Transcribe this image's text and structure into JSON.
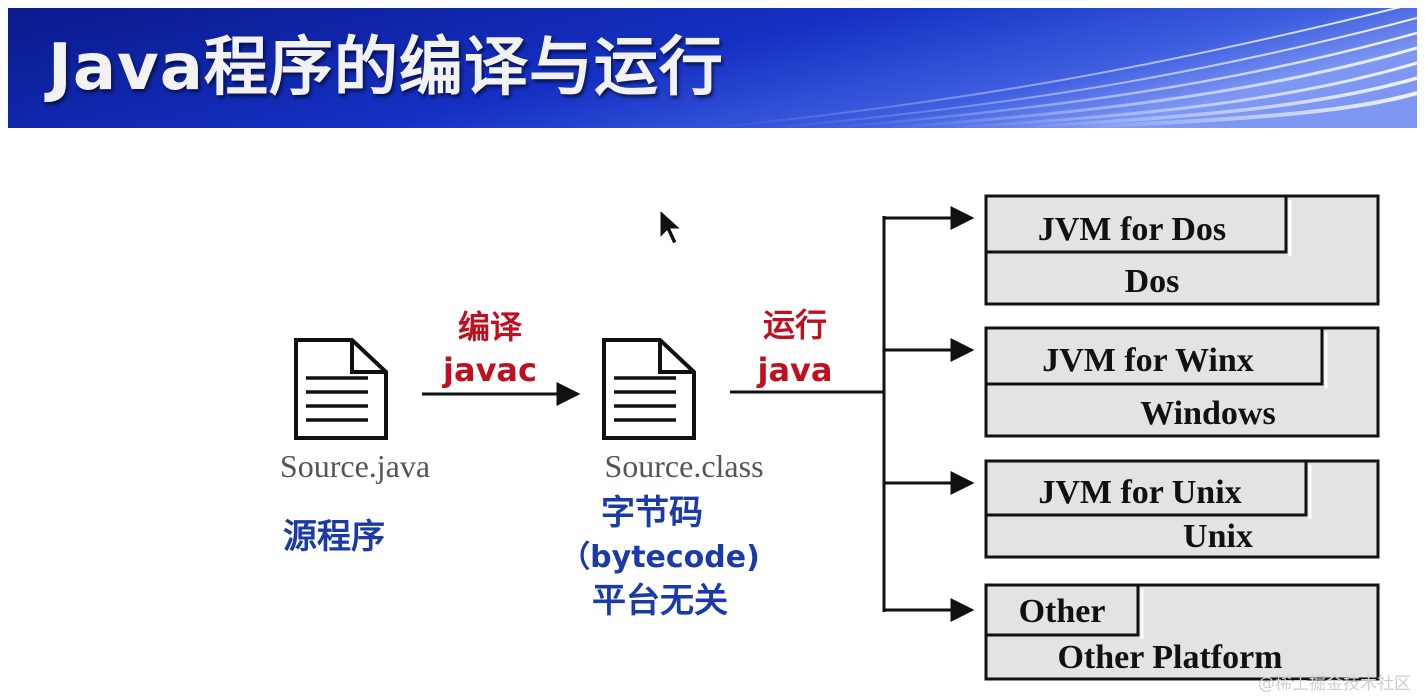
{
  "title": "Java程序的编译与运行",
  "source": {
    "filename": "Source.java",
    "caption": "源程序"
  },
  "compile": {
    "label": "编译",
    "command": "javac"
  },
  "classfile": {
    "filename": "Source.class",
    "caption_line1": "字节码",
    "caption_line2": "（bytecode)",
    "caption_line3": "平台无关"
  },
  "run": {
    "label": "运行",
    "command": "java"
  },
  "platforms": [
    {
      "jvm": "JVM for Dos",
      "os": "Dos"
    },
    {
      "jvm": "JVM for Winx",
      "os": "Windows"
    },
    {
      "jvm": "JVM for Unix",
      "os": "Unix"
    },
    {
      "jvm": "Other",
      "os": "Other Platform"
    }
  ],
  "watermark": "@稀土掘金技术社区",
  "colors": {
    "banner_dark": "#0a1a8c",
    "banner_light": "#3f5fe0",
    "label_red": "#c01020",
    "caption_blue": "#1a3aa8",
    "box_fill": "#e3e3e3",
    "line": "#111111"
  }
}
